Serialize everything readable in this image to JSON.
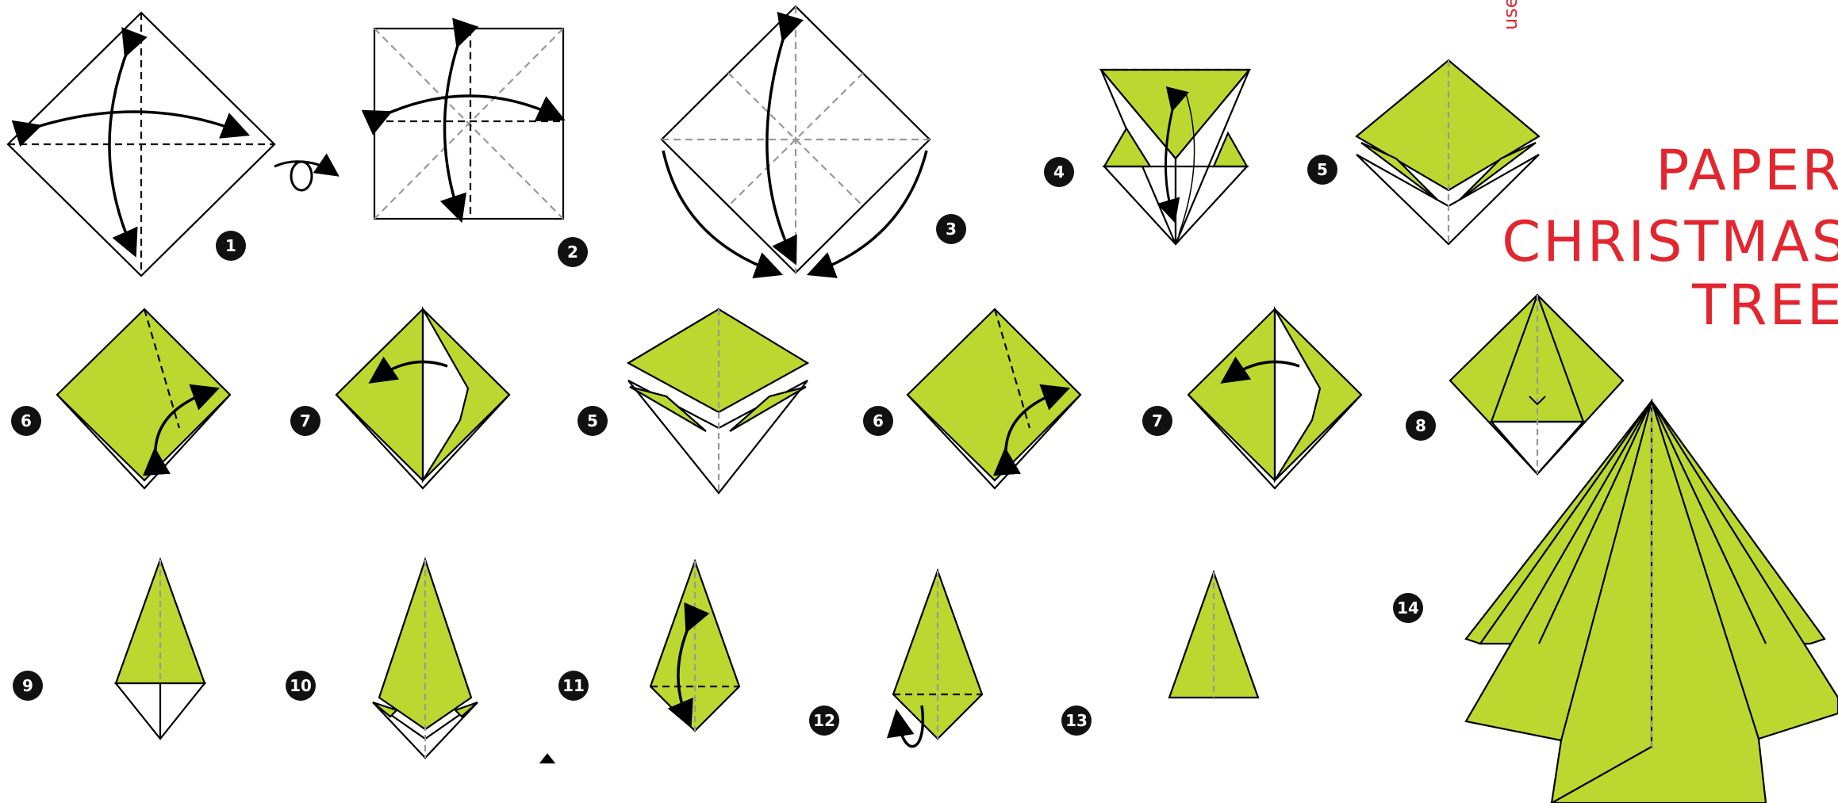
{
  "title": {
    "line1": "PAPER",
    "line2": "CHRISTMAS",
    "line3": "TREE"
  },
  "corner_text": "use",
  "colors": {
    "paper_green": "#bcd830",
    "outline": "#000000",
    "title_red": "#e2262f",
    "crease": "#8a8a8a"
  },
  "steps": [
    {
      "label": "1"
    },
    {
      "label": "2"
    },
    {
      "label": "3"
    },
    {
      "label": "4"
    },
    {
      "label": "5"
    },
    {
      "label": "6"
    },
    {
      "label": "7"
    },
    {
      "label": "5"
    },
    {
      "label": "6"
    },
    {
      "label": "7"
    },
    {
      "label": "8"
    },
    {
      "label": "9"
    },
    {
      "label": "10"
    },
    {
      "label": "11"
    },
    {
      "label": "12"
    },
    {
      "label": "13"
    },
    {
      "label": "14"
    }
  ]
}
